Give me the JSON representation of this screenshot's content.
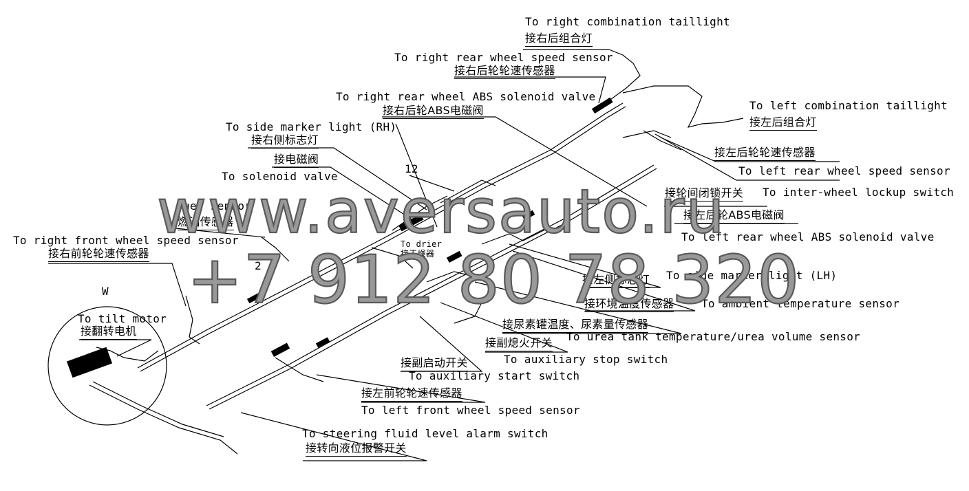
{
  "labels": {
    "right_combination_taillight_en": "To right combination taillight",
    "right_combination_taillight_zh": "接右后组合灯",
    "right_rear_speed_en": "To right rear wheel speed sensor",
    "right_rear_speed_zh": "接右后轮轮速传感器",
    "right_rear_abs_en": "To right rear wheel ABS solenoid valve",
    "right_rear_abs_zh": "接右后轮ABS电磁阀",
    "left_combination_taillight_en": "To left combination taillight",
    "left_combination_taillight_zh": "接左后组合灯",
    "side_marker_rh_en": "To side marker light (RH)",
    "side_marker_rh_zh": "接右侧标志灯",
    "solenoid_zh": "接电磁阀",
    "solenoid_en": "To solenoid valve",
    "left_rear_speed_zh": "接左后轮轮速传感器",
    "left_rear_speed_en": "To left rear wheel speed sensor",
    "inter_wheel_zh": "接轮间闭锁开关",
    "inter_wheel_en": "To inter-wheel lockup switch",
    "left_rear_abs_zh": "接左后轮ABS电磁阀",
    "left_rear_abs_en": "To left rear wheel ABS solenoid valve",
    "fuel_sensor_en": "Fuel sensor",
    "fuel_sensor_zh": "燃油传感器",
    "right_front_speed_en": "To right front wheel speed sensor",
    "right_front_speed_zh": "接右前轮轮速传感器",
    "dryer_en": "To drier",
    "dryer_zh": "接干燥器",
    "side_marker_lh_zh": "接左侧标志灯",
    "side_marker_lh_en": "To side marker light (LH)",
    "ambient_temp_zh": "接环境温度传感器",
    "ambient_temp_en": "To ambient temperature sensor",
    "urea_zh": "接尿素罐温度、尿素量传感器",
    "urea_en": "To urea tank temperature/urea volume sensor",
    "aux_stop_zh": "接副熄火开关",
    "aux_stop_en": "To auxiliary stop switch",
    "aux_start_zh": "接副启动开关",
    "aux_start_en": "To auxiliary start switch",
    "tilt_motor_en": "To tilt motor",
    "tilt_motor_zh": "接翻转电机",
    "left_front_speed_zh": "接左前轮轮速传感器",
    "left_front_speed_en": "To left front wheel speed sensor",
    "steering_fluid_en": "To steering fluid level alarm switch",
    "steering_fluid_zh": "接转向液位报警开关",
    "detail_w": "W",
    "callout_12": "12",
    "callout_2": "2"
  },
  "watermark": {
    "site": "www.aversauto.ru",
    "phone": "+7 912 80 78 320"
  }
}
